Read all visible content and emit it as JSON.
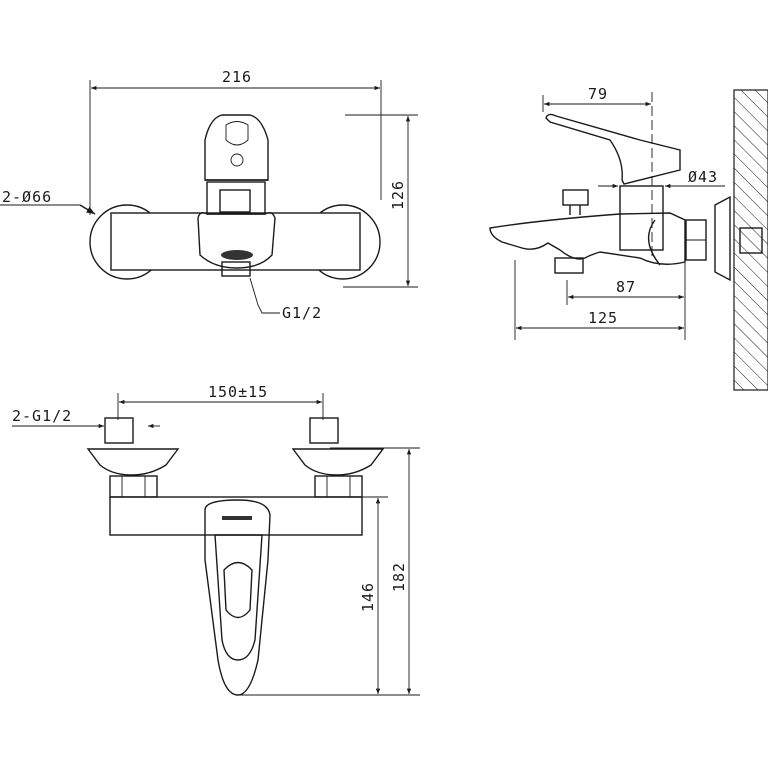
{
  "drawing": {
    "top_view": {
      "width_dim": "216",
      "height_dim": "126",
      "flange_label": "2-Ø66",
      "outlet_label": "G1/2"
    },
    "side_view": {
      "handle_dim": "79",
      "cartridge_dim": "Ø43",
      "outlet_dim": "87",
      "spout_dim": "125"
    },
    "front_view": {
      "spacing_dim": "150±15",
      "inlet_label": "2-G1/2",
      "body_height_dim": "146",
      "total_height_dim": "182"
    }
  }
}
